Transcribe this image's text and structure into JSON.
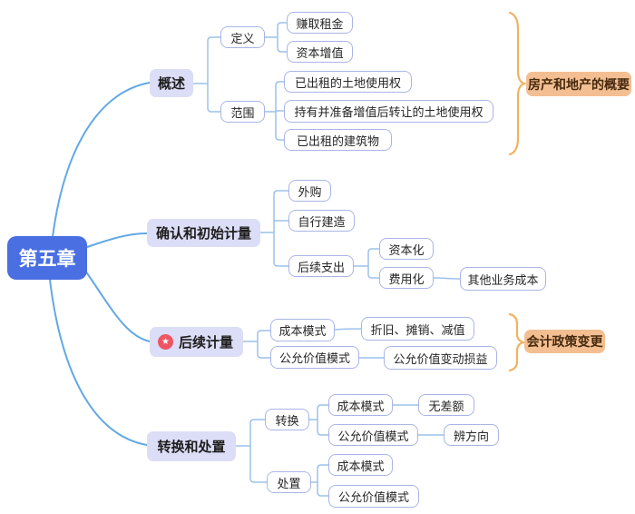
{
  "colors": {
    "root_bg": "#4a6fe3",
    "branch_bg": "#dcddf6",
    "leaf_border": "#a9b5e6",
    "child_connector": "#9cc2ea",
    "main_connector": "#62a8e4",
    "callout_bg": "#f3bf92",
    "callout_brace": "#f2b25f",
    "star_badge": "#ed5565"
  },
  "root": {
    "label": "第五章"
  },
  "overview": {
    "label": "概述",
    "definition": {
      "label": "定义",
      "earn_rent": "赚取租金",
      "capital_appreciation": "资本增值"
    },
    "scope": {
      "label": "范围",
      "leased_land": "已出租的土地使用权",
      "held_land": "持有并准备增值后转让的土地使用权",
      "leased_building": "已出租的建筑物"
    },
    "callout": "房产和地产的概要"
  },
  "recognition": {
    "label": "确认和初始计量",
    "outsourcing": "外购",
    "self_construction": "自行建造",
    "subsequent_expenditure": {
      "label": "后续支出",
      "capitalization": "资本化",
      "expensing": "费用化",
      "other_business_cost": "其他业务成本"
    }
  },
  "subsequent_measurement": {
    "label": "后续计量",
    "star_icon": "★",
    "cost_model": {
      "label": "成本模式",
      "detail": "折旧、摊销、减值"
    },
    "fair_value_model": {
      "label": "公允价值模式",
      "detail": "公允价值变动损益"
    },
    "callout": "会计政策变更"
  },
  "transfer_disposal": {
    "label": "转换和处置",
    "transfer": {
      "label": "转换",
      "cost_model": "成本模式",
      "cost_note": "无差额",
      "fv_model": "公允价值模式",
      "fv_note": "辨方向"
    },
    "disposal": {
      "label": "处置",
      "cost_model": "成本模式",
      "fv_model": "公允价值模式"
    }
  }
}
